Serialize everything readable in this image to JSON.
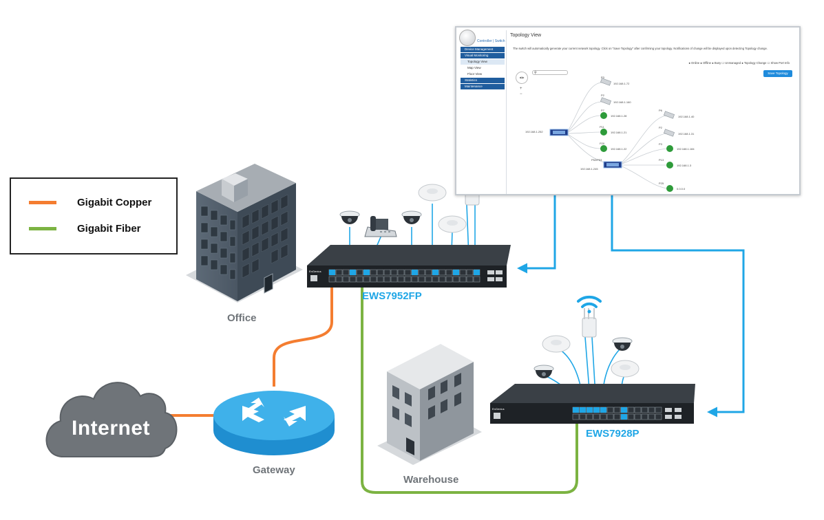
{
  "legend": {
    "items": [
      {
        "label": "Gigabit Copper",
        "color": "#f47d30"
      },
      {
        "label": "Gigabit Fiber",
        "color": "#7cb342"
      }
    ]
  },
  "nodes": {
    "office": "Office",
    "warehouse": "Warehouse",
    "gateway": "Gateway",
    "internet": "Internet",
    "switch_main": "EWS7952FP",
    "switch_secondary": "EWS7928P"
  },
  "colors": {
    "copper": "#f47d30",
    "fiber": "#7cb342",
    "link": "#1fa6e6",
    "switch_label": "#1fa6e6",
    "cloud": "#6f7479",
    "router": "#2aa0dc"
  },
  "topology_panel": {
    "breadcrumb": "Controller | Switch",
    "title": "Topology View",
    "description": "The switch will automatically generate your current network topology. Click on \"Save Topology\" after confirming your topology. Notifications of change will be displayed upon detecting Topology change.",
    "status_legend": "● Online ● Offline ● Busy ☐ Unmanaged ● Topology Change ☐ Show Port Info",
    "search_placeholder": "",
    "save_button": "Save Topology",
    "menu": [
      {
        "label": "Device Management",
        "type": "main"
      },
      {
        "label": "Visual Monitoring",
        "type": "main"
      },
      {
        "label": "Topology View",
        "type": "sub",
        "active": true
      },
      {
        "label": "Map View",
        "type": "sub"
      },
      {
        "label": "Floor View",
        "type": "sub"
      },
      {
        "label": "Statistics",
        "type": "main"
      },
      {
        "label": "Maintenance",
        "type": "main"
      }
    ],
    "root_switch_ip": "192.168.1.252",
    "second_switch_ip": "192.168.1.245",
    "second_switch_port": "P52/P53",
    "branches_root": [
      {
        "port": "P3",
        "ip": "192.168.1.72"
      },
      {
        "port": "P2",
        "ip": "192.168.1.160"
      },
      {
        "port": "P7",
        "ip": "192.168.1.28"
      },
      {
        "port": "P11",
        "ip": "192.168.1.21"
      },
      {
        "port": "P20",
        "ip": "192.168.1.22"
      }
    ],
    "branches_second": [
      {
        "port": "P6",
        "ip": "192.168.1.40"
      },
      {
        "port": "P2",
        "ip": "192.168.1.31"
      },
      {
        "port": "P3",
        "ip": "192.168.1.184"
      },
      {
        "port": "P13",
        "ip": "192.168.1.3"
      },
      {
        "port": "P25",
        "ip": "0.0.0.0"
      }
    ]
  }
}
